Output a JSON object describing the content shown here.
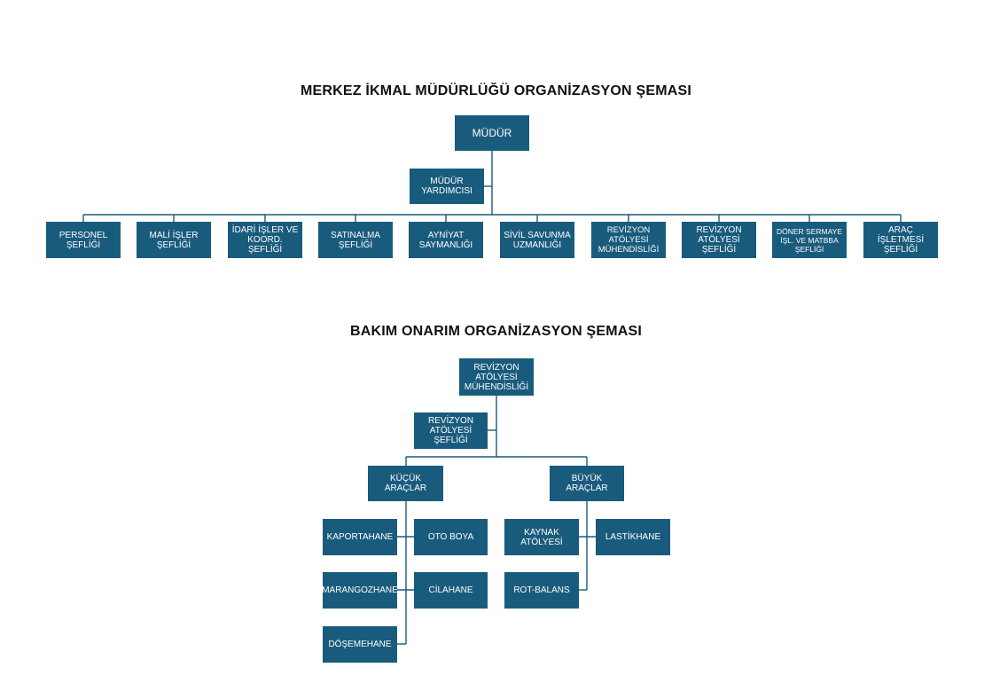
{
  "org_chart": {
    "title": "MERKEZ İKMAL MÜDÜRLÜĞÜ ORGANİZASYON ŞEMASI",
    "director": "MÜDÜR",
    "deputy": "MÜDÜR\nYARDIMCISI",
    "units": [
      "PERSONEL\nŞEFLİĞİ",
      "MALİ İŞLER\nŞEFLİĞİ",
      "İDARİ İŞLER VE\nKOORD. ŞEFLİĞİ",
      "SATINALMA\nŞEFLİĞİ",
      "AYNİYAT\nSAYMANLIĞI",
      "SİVİL SAVUNMA\nUZMANLIĞI",
      "REVİZYON\nATÖLYESİ\nMÜHENDİSLİĞİ",
      "REVİZYON\nATÖLYESİ ŞEFLİĞİ",
      "DÖNER SERMAYE\nİŞL. VE MATBBA\nŞEFLİĞİ",
      "ARAÇ İŞLETMESİ\nŞEFLİĞİ"
    ]
  },
  "maintenance_chart": {
    "title": "BAKIM ONARIM ORGANİZASYON ŞEMASI",
    "head": "REVİZYON\nATÖLYESİ\nMÜHENDİSLİĞİ",
    "deputy": "REVİZYON\nATÖLYESİ ŞEFLİĞİ",
    "small_vehicles": "KÜÇÜK ARAÇLAR",
    "large_vehicles": "BÜYÜK ARAÇLAR",
    "small_workshops": [
      "KAPORTAHANE",
      "OTO BOYA",
      "MARANGOZHANE",
      "CİLAHANE",
      "DÖŞEMEHANE"
    ],
    "large_workshops": [
      "KAYNAK\nATÖLYESİ",
      "LASTİKHANE",
      "ROT-BALANS"
    ]
  },
  "colors": {
    "box": "#195b7c",
    "line": "#195b7c",
    "text": "#ffffff",
    "title": "#111111"
  }
}
